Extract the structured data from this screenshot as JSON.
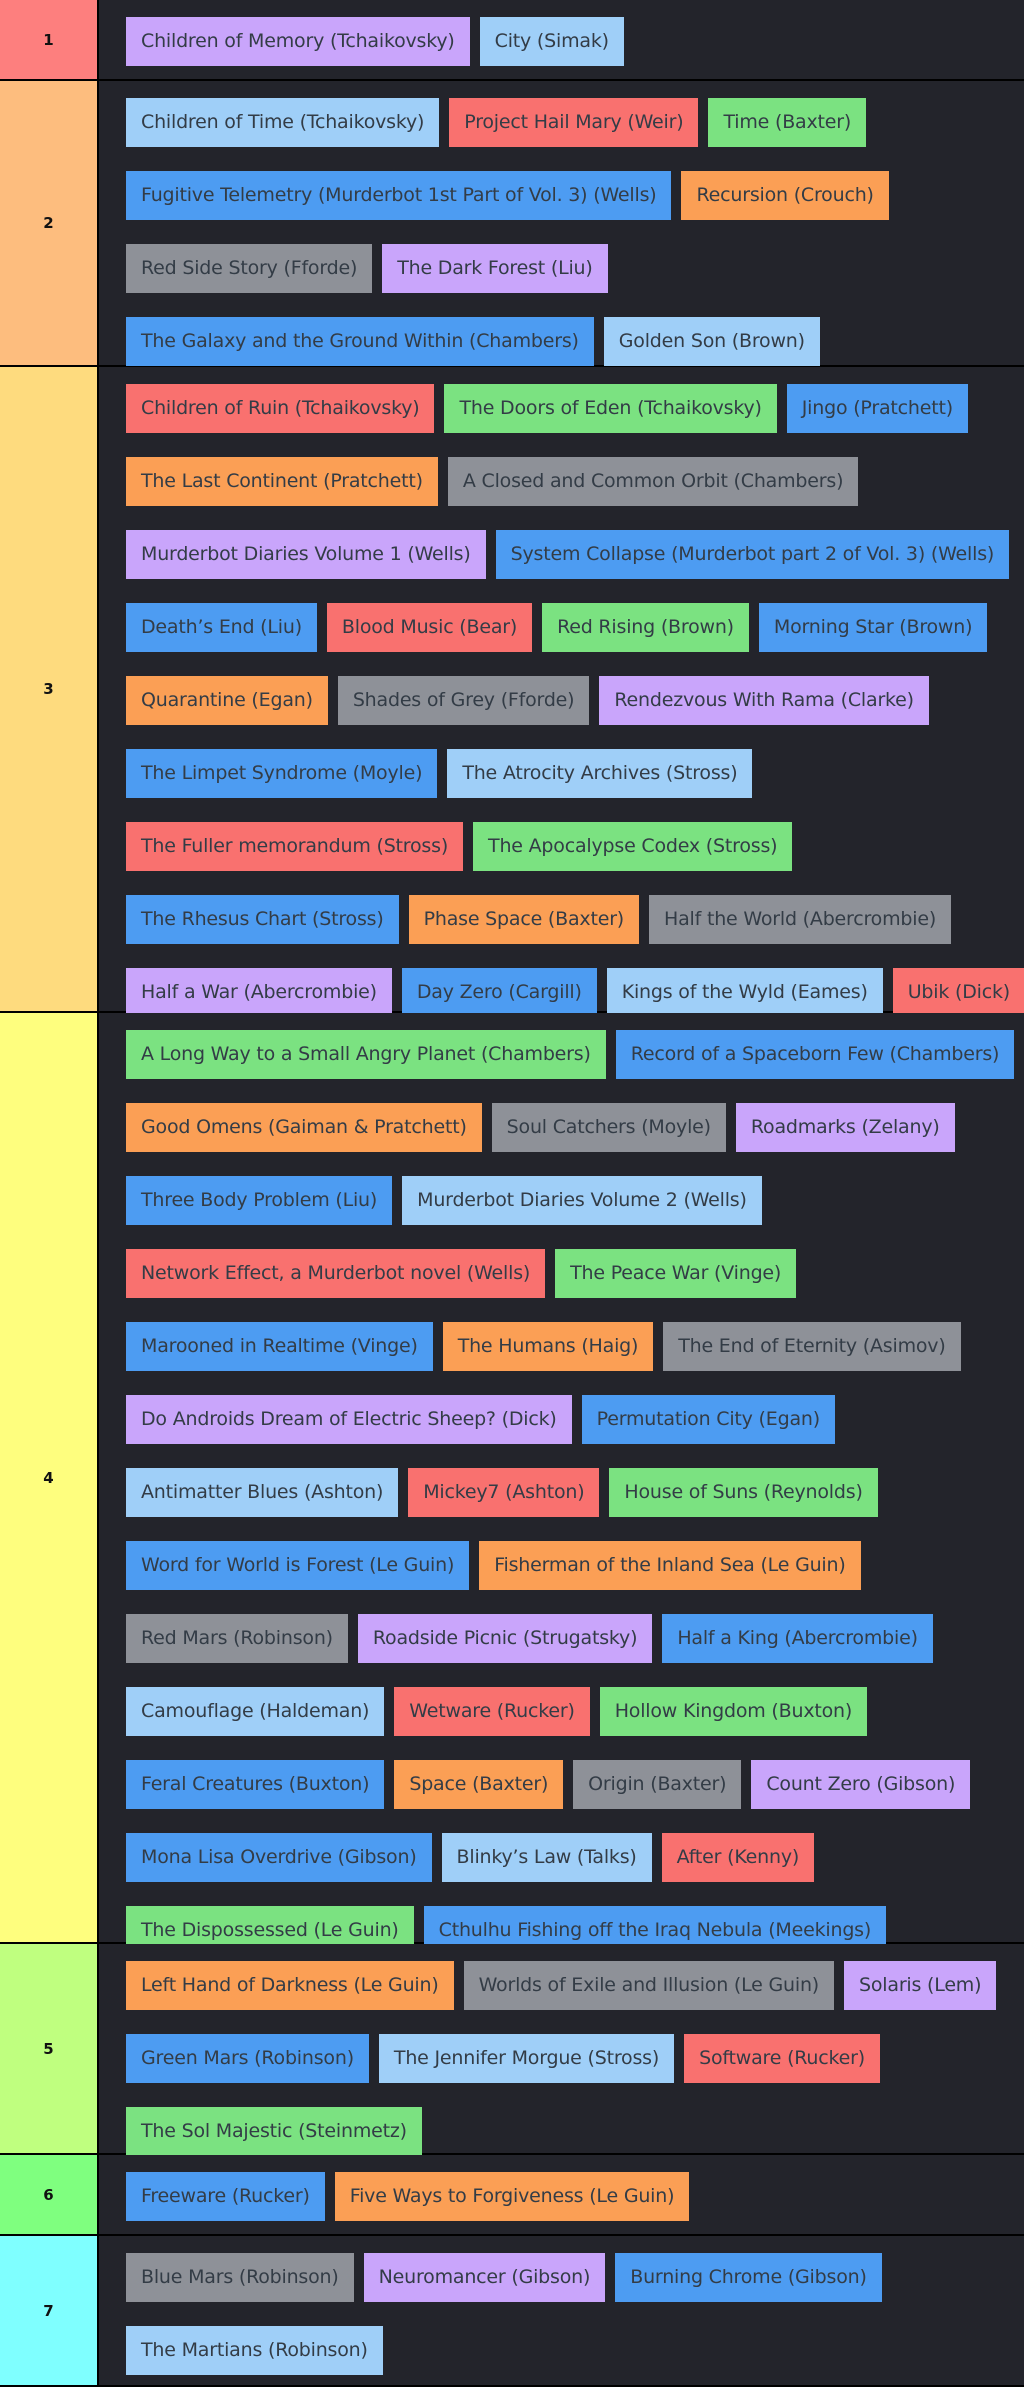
{
  "colors": {
    "background": "#23242b",
    "divider": "#000000",
    "item_text": "#333c46",
    "item_palette": {
      "purple": "#c9a5fb",
      "lightblue": "#9fcff8",
      "blue": "#4d9cf2",
      "red": "#f9716f",
      "green": "#7be281",
      "orange": "#fb9f55",
      "gray": "#8e9198"
    }
  },
  "tiers": [
    {
      "label": "1",
      "color": "#fd7f7e",
      "lines": [
        [
          {
            "title": "Children of Memory (Tchaikovsky)",
            "color": "purple"
          },
          {
            "title": "City (Simak)",
            "color": "lightblue"
          }
        ]
      ]
    },
    {
      "label": "2",
      "color": "#fdbd7e",
      "lines": [
        [
          {
            "title": "Children of Time (Tchaikovsky)",
            "color": "lightblue"
          },
          {
            "title": "Project Hail Mary (Weir)",
            "color": "red"
          },
          {
            "title": "Time (Baxter)",
            "color": "green"
          }
        ],
        [
          {
            "title": "Fugitive Telemetry (Murderbot 1st Part of Vol. 3) (Wells)",
            "color": "blue"
          },
          {
            "title": "Recursion (Crouch)",
            "color": "orange"
          }
        ],
        [
          {
            "title": "Red Side Story (Fforde)",
            "color": "gray"
          },
          {
            "title": "The Dark Forest (Liu)",
            "color": "purple"
          }
        ],
        [
          {
            "title": "The Galaxy and the Ground Within (Chambers)",
            "color": "blue"
          },
          {
            "title": "Golden Son (Brown)",
            "color": "lightblue"
          }
        ]
      ]
    },
    {
      "label": "3",
      "color": "#fedb7e",
      "lines": [
        [
          {
            "title": "Children of Ruin (Tchaikovsky)",
            "color": "red"
          },
          {
            "title": "The Doors of Eden (Tchaikovsky)",
            "color": "green"
          },
          {
            "title": "Jingo (Pratchett)",
            "color": "blue"
          }
        ],
        [
          {
            "title": "The Last Continent (Pratchett)",
            "color": "orange"
          },
          {
            "title": "A Closed and Common Orbit (Chambers)",
            "color": "gray"
          }
        ],
        [
          {
            "title": "Murderbot Diaries Volume 1 (Wells)",
            "color": "purple"
          },
          {
            "title": "System Collapse (Murderbot part 2 of Vol. 3) (Wells)",
            "color": "blue"
          }
        ],
        [
          {
            "title": "Death’s End (Liu)",
            "color": "blue"
          },
          {
            "title": "Blood Music (Bear)",
            "color": "red"
          },
          {
            "title": "Red Rising (Brown)",
            "color": "green"
          },
          {
            "title": "Morning Star (Brown)",
            "color": "blue"
          }
        ],
        [
          {
            "title": "Quarantine (Egan)",
            "color": "orange"
          },
          {
            "title": "Shades of Grey (Fforde)",
            "color": "gray"
          },
          {
            "title": "Rendezvous With Rama (Clarke)",
            "color": "purple"
          }
        ],
        [
          {
            "title": "The Limpet Syndrome (Moyle)",
            "color": "blue"
          },
          {
            "title": "The Atrocity Archives (Stross)",
            "color": "lightblue"
          }
        ],
        [
          {
            "title": "The Fuller memorandum (Stross)",
            "color": "red"
          },
          {
            "title": "The Apocalypse Codex (Stross)",
            "color": "green"
          }
        ],
        [
          {
            "title": "The Rhesus Chart (Stross)",
            "color": "blue"
          },
          {
            "title": "Phase Space (Baxter)",
            "color": "orange"
          },
          {
            "title": "Half the World (Abercrombie)",
            "color": "gray"
          }
        ],
        [
          {
            "title": "Half a War (Abercrombie)",
            "color": "purple"
          },
          {
            "title": "Day Zero (Cargill)",
            "color": "blue"
          },
          {
            "title": "Kings of the Wyld (Eames)",
            "color": "lightblue"
          },
          {
            "title": "Ubik (Dick)",
            "color": "red"
          }
        ]
      ]
    },
    {
      "label": "4",
      "color": "#fefe7e",
      "lines": [
        [
          {
            "title": "A Long Way to a Small Angry Planet (Chambers)",
            "color": "green"
          },
          {
            "title": "Record of a Spaceborn Few (Chambers)",
            "color": "blue"
          }
        ],
        [
          {
            "title": "Good Omens (Gaiman & Pratchett)",
            "color": "orange"
          },
          {
            "title": "Soul Catchers (Moyle)",
            "color": "gray"
          },
          {
            "title": "Roadmarks (Zelany)",
            "color": "purple"
          }
        ],
        [
          {
            "title": "Three Body Problem (Liu)",
            "color": "blue"
          },
          {
            "title": "Murderbot Diaries Volume 2 (Wells)",
            "color": "lightblue"
          }
        ],
        [
          {
            "title": "Network Effect, a Murderbot novel (Wells)",
            "color": "red"
          },
          {
            "title": "The Peace War (Vinge)",
            "color": "green"
          }
        ],
        [
          {
            "title": "Marooned in Realtime (Vinge)",
            "color": "blue"
          },
          {
            "title": "The Humans (Haig)",
            "color": "orange"
          },
          {
            "title": "The End of Eternity (Asimov)",
            "color": "gray"
          }
        ],
        [
          {
            "title": "Do Androids Dream of Electric Sheep? (Dick)",
            "color": "purple"
          },
          {
            "title": "Permutation City (Egan)",
            "color": "blue"
          }
        ],
        [
          {
            "title": "Antimatter Blues (Ashton)",
            "color": "lightblue"
          },
          {
            "title": "Mickey7 (Ashton)",
            "color": "red"
          },
          {
            "title": "House of Suns (Reynolds)",
            "color": "green"
          }
        ],
        [
          {
            "title": "Word for World is Forest (Le Guin)",
            "color": "blue"
          },
          {
            "title": "Fisherman of the Inland Sea (Le Guin)",
            "color": "orange"
          }
        ],
        [
          {
            "title": "Red Mars (Robinson)",
            "color": "gray"
          },
          {
            "title": "Roadside Picnic (Strugatsky)",
            "color": "purple"
          },
          {
            "title": "Half a King (Abercrombie)",
            "color": "blue"
          }
        ],
        [
          {
            "title": "Camouflage (Haldeman)",
            "color": "lightblue"
          },
          {
            "title": "Wetware (Rucker)",
            "color": "red"
          },
          {
            "title": "Hollow Kingdom (Buxton)",
            "color": "green"
          }
        ],
        [
          {
            "title": "Feral Creatures (Buxton)",
            "color": "blue"
          },
          {
            "title": "Space (Baxter)",
            "color": "orange"
          },
          {
            "title": "Origin (Baxter)",
            "color": "gray"
          },
          {
            "title": "Count Zero (Gibson)",
            "color": "purple"
          }
        ],
        [
          {
            "title": "Mona Lisa Overdrive (Gibson)",
            "color": "blue"
          },
          {
            "title": "Blinky’s Law (Talks)",
            "color": "lightblue"
          },
          {
            "title": "After (Kenny)",
            "color": "red"
          }
        ],
        [
          {
            "title": "The Dispossessed (Le Guin)",
            "color": "green"
          },
          {
            "title": "Cthulhu Fishing off the Iraq Nebula (Meekings)",
            "color": "blue"
          }
        ]
      ]
    },
    {
      "label": "5",
      "color": "#bfff7f",
      "lines": [
        [
          {
            "title": "Left Hand of Darkness (Le Guin)",
            "color": "orange"
          },
          {
            "title": "Worlds of Exile and Illusion (Le Guin)",
            "color": "gray"
          },
          {
            "title": "Solaris (Lem)",
            "color": "purple"
          }
        ],
        [
          {
            "title": "Green Mars (Robinson)",
            "color": "blue"
          },
          {
            "title": "The Jennifer Morgue (Stross)",
            "color": "lightblue"
          },
          {
            "title": "Software (Rucker)",
            "color": "red"
          }
        ],
        [
          {
            "title": "The Sol Majestic (Steinmetz)",
            "color": "green"
          }
        ]
      ]
    },
    {
      "label": "6",
      "color": "#7fff7f",
      "lines": [
        [
          {
            "title": "Freeware (Rucker)",
            "color": "blue"
          },
          {
            "title": "Five Ways to Forgiveness (Le Guin)",
            "color": "orange"
          }
        ]
      ]
    },
    {
      "label": "7",
      "color": "#7fffff",
      "lines": [
        [
          {
            "title": "Blue Mars (Robinson)",
            "color": "gray"
          },
          {
            "title": "Neuromancer (Gibson)",
            "color": "purple"
          },
          {
            "title": "Burning Chrome (Gibson)",
            "color": "blue"
          }
        ],
        [
          {
            "title": "The Martians (Robinson)",
            "color": "lightblue"
          }
        ]
      ]
    }
  ]
}
